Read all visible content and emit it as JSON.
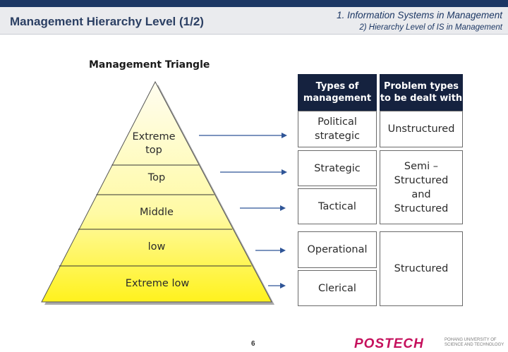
{
  "header": {
    "title": "Management Hierarchy Level (1/2)",
    "subtitle_line1": "1. Information Systems in Management",
    "subtitle_line2": "2) Hierarchy Level of IS in Management",
    "bar_color": "#1c3764"
  },
  "triangle": {
    "title": "Management Triangle",
    "levels": [
      {
        "label": "Extreme\ntop"
      },
      {
        "label": "Top"
      },
      {
        "label": "Middle"
      },
      {
        "label": "low"
      },
      {
        "label": "Extreme low"
      }
    ],
    "fill_top": "#fffde9",
    "fill_bottom": "#fff21d"
  },
  "table": {
    "headers": [
      "Types of\nmanagement",
      "Problem types\nto be dealt with"
    ],
    "types": [
      "Political\nstrategic",
      "Strategic",
      "Tactical",
      "Operational",
      "Clerical"
    ],
    "problems": [
      "Unstructured",
      "Semi –\nStructured\nand\nStructured",
      "Structured"
    ],
    "header_color": "#15223f"
  },
  "footer": {
    "page_number": "6",
    "logo": "POSTECH",
    "logo_sub": "POHANG UNIVERSITY OF\nSCIENCE AND TECHNOLOGY",
    "logo_color": "#c5105c"
  }
}
